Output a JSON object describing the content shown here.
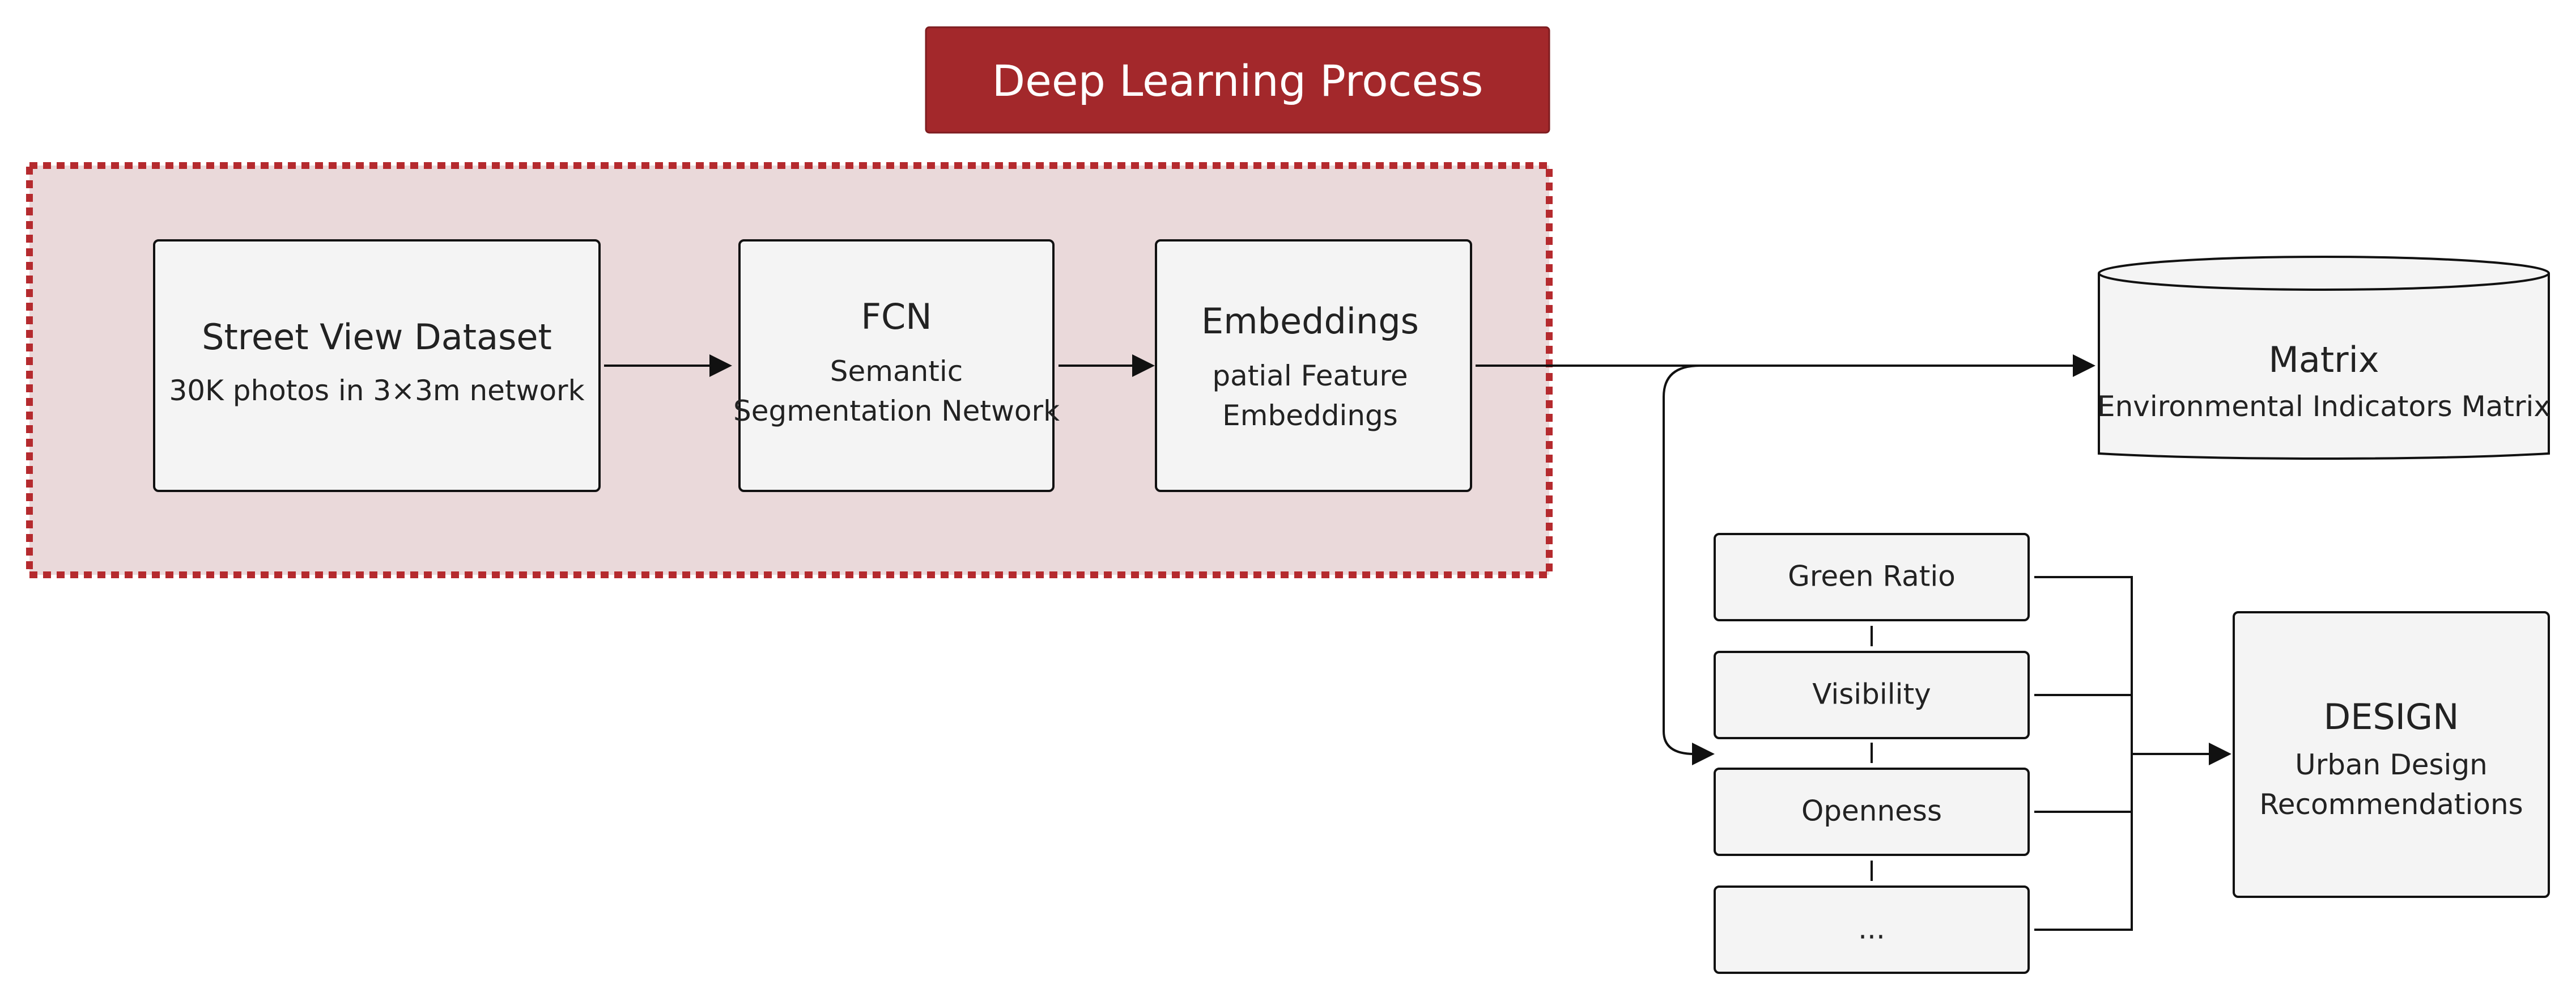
{
  "banner": {
    "title": "Deep Learning Process"
  },
  "nodes": {
    "dataset": {
      "title": "Street View Dataset",
      "lines": [
        "30K photos in 3×3m network"
      ]
    },
    "fcn": {
      "title": "FCN",
      "lines": [
        "Semantic",
        "Segmentation Network"
      ]
    },
    "embeddings": {
      "title": "Embeddings",
      "lines": [
        "patial Feature",
        "Embeddings"
      ]
    },
    "matrix": {
      "title": "Matrix",
      "lines": [
        "Environmental Indicators Matrix"
      ]
    },
    "design": {
      "title": "DESIGN",
      "lines": [
        "Urban Design",
        "Recommendations"
      ]
    }
  },
  "indicators": [
    "Green Ratio",
    "Visibility",
    "Openness",
    "..."
  ],
  "colors": {
    "banner": "#a3282b",
    "region_fill": "#ead9da",
    "region_border": "#b52a2e",
    "box_fill": "#f4f4f4",
    "stroke": "#111111"
  }
}
